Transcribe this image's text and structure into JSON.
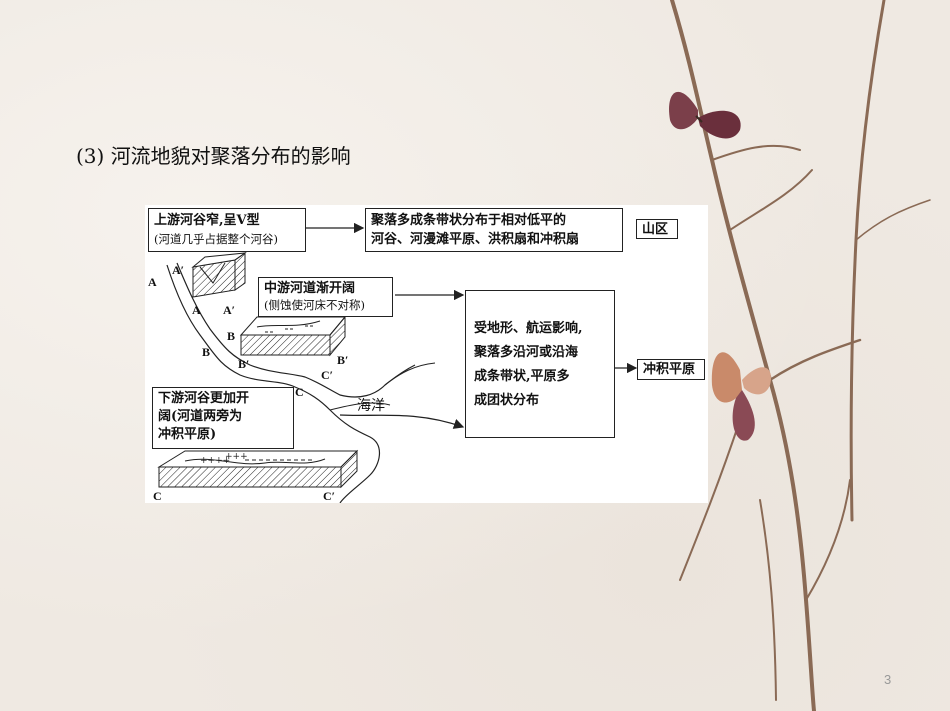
{
  "title": "(3) 河流地貌对聚落分布的影响",
  "boxes": {
    "upper_line1": "上游河谷窄,呈V型",
    "upper_line2": "(河道几乎占据整个河谷)",
    "upper_result_line1": "聚落多成条带状分布于相对低平的",
    "upper_result_line2": "河谷、河漫滩平原、洪积扇和冲积扇",
    "mountain_tag": "山区",
    "middle_line1": "中游河道渐开阔",
    "middle_line2": "(侧蚀使河床不对称)",
    "lower_line1": "下游河谷更加开",
    "lower_line2": "阔(河道两旁为",
    "lower_line3": "冲积平原)",
    "result_line1": "受地形、航运影响,",
    "result_line2": "聚落多沿河或沿海",
    "result_line3": "成条带状,平原多",
    "result_line4": "成团状分布",
    "plain_tag": "冲积平原"
  },
  "labels": {
    "a": "A",
    "a_prime_top": "A′",
    "a_block": "A",
    "a_prime_block": "A′",
    "b_top": "B",
    "b_bottom": "B",
    "b_prime": "B′",
    "c_top": "C",
    "c_prime_top": "C′",
    "c_block": "C",
    "c_prime_block": "C′"
  },
  "sea_label": "海洋",
  "page_number": "3"
}
